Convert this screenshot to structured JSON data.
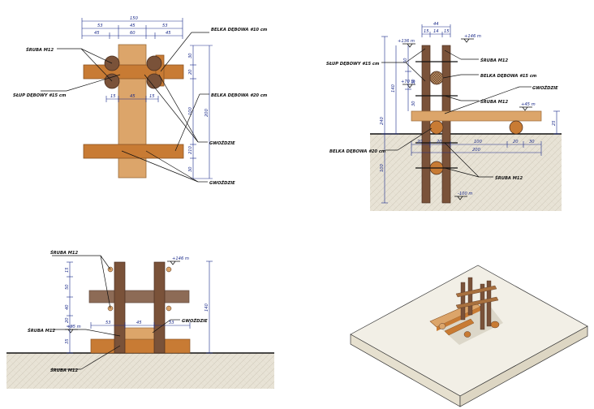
{
  "colors": {
    "wood_light": "#dca56a",
    "wood_mid": "#c87b34",
    "wood_dark": "#7a5239",
    "wood_darker": "#5c3b29",
    "soil": "#e8e3d6",
    "dim_blue": "#1a2a8a"
  },
  "view1": {
    "dims": {
      "total": "150",
      "top_left": "53",
      "top_mid": "45",
      "top_right": "53",
      "bot_left": "45",
      "bot_mid": "60",
      "bot_right": "45",
      "mid_left": "15",
      "mid_mid": "45",
      "mid_right": "15",
      "v1": "30",
      "v2": "20",
      "v3": "100",
      "v4": "210",
      "v5": "30",
      "v_total": "200"
    },
    "labels": {
      "bolt": "ŚRUBA M12",
      "post": "SŁUP DĘBOWY #15 cm",
      "beam10": "BELKA DĘBOWA #10 cm",
      "beam20": "BELKA DĘBOWA #20 cm",
      "nails1": "GWOŹDZIE",
      "nails2": "GWOŹDZIE"
    }
  },
  "view2": {
    "dims": {
      "top": "44",
      "t1": "15",
      "t2": "14",
      "t3": "15",
      "lev1": "+136 m",
      "lev2": "+146 m",
      "lev3": "+70 m",
      "lev4": "+45 m",
      "lev5": "-100 m",
      "v1": "50",
      "v2": "30",
      "v3": "30",
      "v_sum": "140",
      "v_total": "240",
      "v_below": "100",
      "h1": "20",
      "h2": "20",
      "h3": "100",
      "h4": "20",
      "h5": "30",
      "h_total": "200",
      "right_v": "25"
    },
    "labels": {
      "post": "SŁUP DĘBOWY #15 cm",
      "bolt1": "ŚRUBA M12",
      "beam15": "BELKA DĘBOWA #15 cm",
      "bolt2": "ŚRUBA M12",
      "nails": "GWOŹDZIE",
      "beam20": "BELKA DĘBOWA #20 cm",
      "bolt3": "ŚRUBA M12"
    }
  },
  "view3": {
    "dims": {
      "lev1": "+146 m",
      "lev2": "+35 m",
      "v1": "15",
      "v2": "50",
      "v3": "40",
      "v4": "20",
      "v5": "35",
      "v_total": "140",
      "h1": "53",
      "h2": "45",
      "h3": "53"
    },
    "labels": {
      "bolt1": "ŚRUBA M12",
      "nails": "GWOŹDZIE",
      "bolt2": "ŚRUBA M12",
      "bolt3": "ŚRUBA M12"
    }
  }
}
